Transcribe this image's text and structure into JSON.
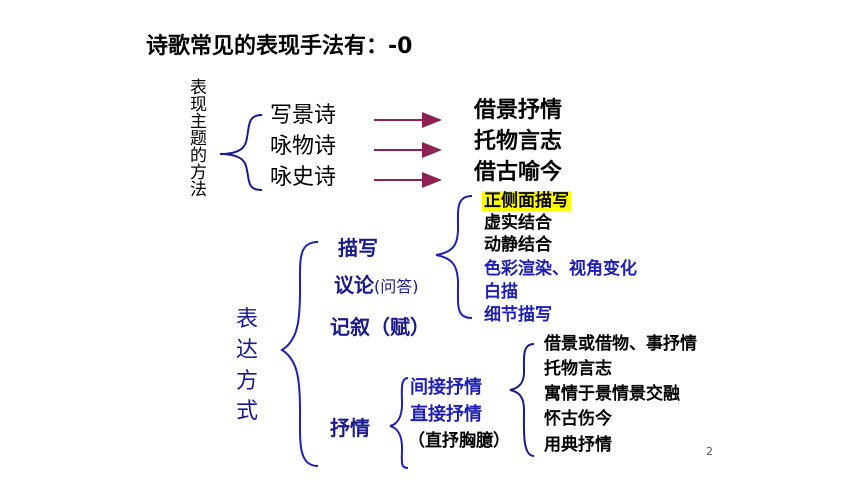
{
  "title": "诗歌常见的表现手法有：-0",
  "topic_label": [
    "表",
    "现",
    "主",
    "题",
    "的",
    "方",
    "法"
  ],
  "topic_items": [
    "写景诗",
    "咏物诗",
    "咏史诗"
  ],
  "topic_results": [
    "借景抒情",
    "托物言志",
    "借古喻今"
  ],
  "expression_label": [
    "表",
    "达",
    "方",
    "式"
  ],
  "expression_modes": {
    "describe": "描写",
    "discuss": "议论",
    "discuss_note": "(问答)",
    "narrate": "记叙（赋）",
    "lyric": "抒情"
  },
  "describe_methods": [
    "正侧面描写",
    "虚实结合",
    "动静结合",
    "色彩渲染、视角变化",
    "白描",
    "细节描写"
  ],
  "lyric_types": [
    "间接抒情",
    "直接抒情",
    "（直抒胸臆）"
  ],
  "indirect_methods": [
    "借景或借物、事抒情",
    "托物言志",
    "寓情于景情景交融",
    "怀古伤今",
    "用典抒情"
  ],
  "page_number": "2",
  "colors": {
    "navy": "#1a1a8c",
    "blue_text": "#1f1fb4",
    "arrow": "#8b2252",
    "highlight": "#ffff00"
  }
}
